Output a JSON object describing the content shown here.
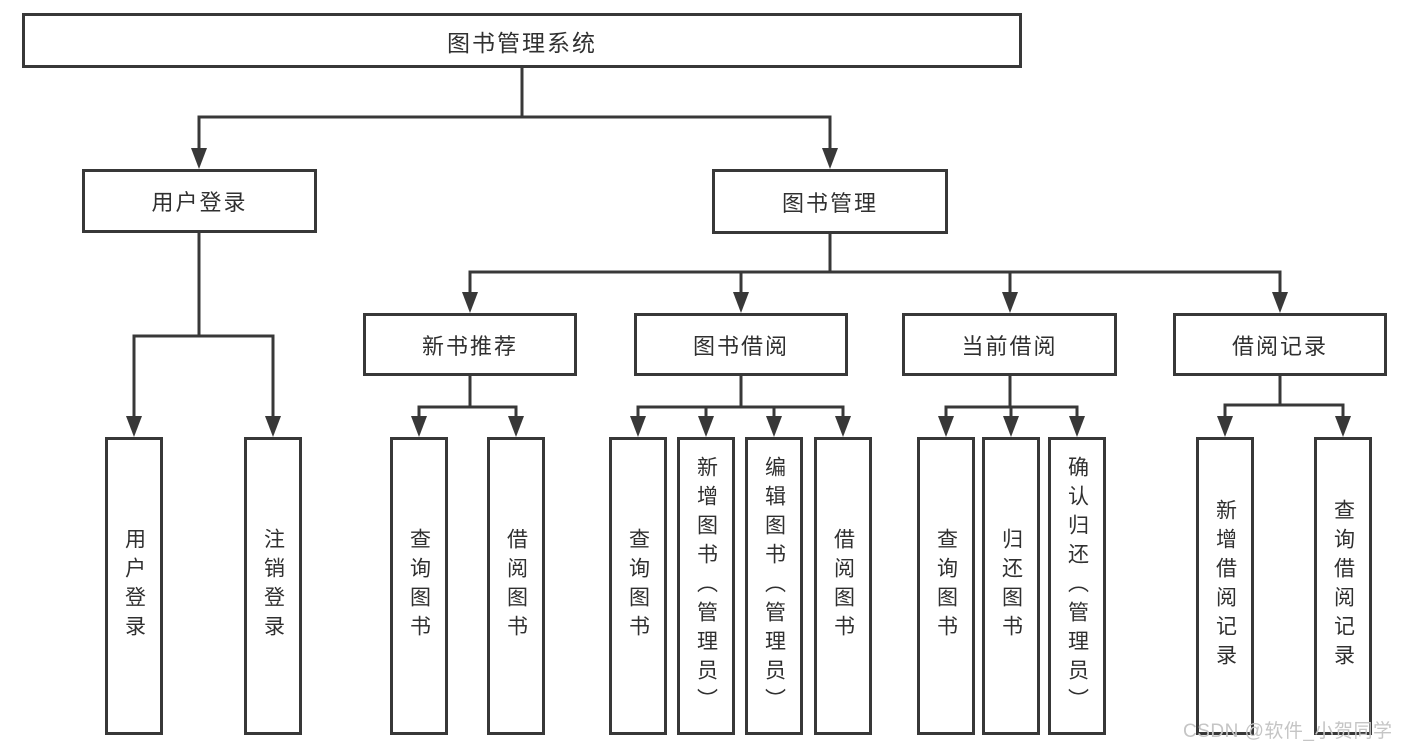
{
  "colors": {
    "line": "#383838",
    "box_border": "#383838",
    "box_bg": "#ffffff",
    "text": "#303030",
    "watermark": "#c5c5c5"
  },
  "tree": {
    "root": {
      "label": "图书管理系统"
    },
    "branches": [
      {
        "label": "用户登录",
        "children": [
          {
            "label": "用户登录"
          },
          {
            "label": "注销登录"
          }
        ]
      },
      {
        "label": "图书管理",
        "children": [
          {
            "label": "新书推荐",
            "children": [
              {
                "label": "查询图书"
              },
              {
                "label": "借阅图书"
              }
            ]
          },
          {
            "label": "图书借阅",
            "children": [
              {
                "label": "查询图书"
              },
              {
                "label": "新增图书（管理员）"
              },
              {
                "label": "编辑图书（管理员）"
              },
              {
                "label": "借阅图书"
              }
            ]
          },
          {
            "label": "当前借阅",
            "children": [
              {
                "label": "查询图书"
              },
              {
                "label": "归还图书"
              },
              {
                "label": "确认归还（管理员）"
              }
            ]
          },
          {
            "label": "借阅记录",
            "children": [
              {
                "label": "新增借阅记录"
              },
              {
                "label": "查询借阅记录"
              }
            ]
          }
        ]
      }
    ]
  },
  "watermark": {
    "text": "CSDN @软件_小贺同学"
  }
}
